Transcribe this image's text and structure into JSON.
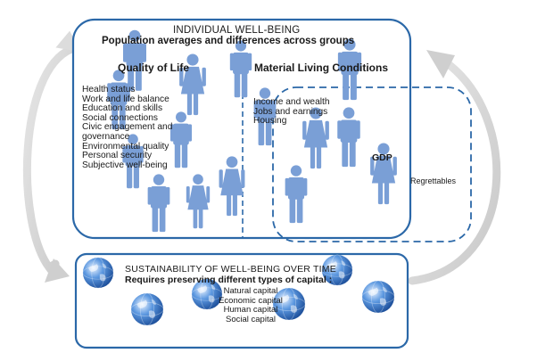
{
  "wellbeing": {
    "title": "INDIVIDUAL WELL-BEING",
    "subtitle": "Population averages and differences across groups"
  },
  "quality_of_life": {
    "heading": "Quality of Life",
    "items": [
      "Health status",
      "Work and life balance",
      "Education and skills",
      "Social connections",
      "Civic engagement and",
      "governance",
      "Environmental quality",
      "Personal security",
      "Subjective well-being"
    ]
  },
  "material_living_conditions": {
    "heading": "Material Living Conditions",
    "items": [
      "Income and wealth",
      "Jobs and earnings",
      "Housing"
    ]
  },
  "gdp": {
    "label": "GDP",
    "note": "Regrettables"
  },
  "sustainability": {
    "title": "SUSTAINABILITY OF WELL-BEING OVER TIME",
    "subtitle": "Requires preserving different types of capital :",
    "capitals": [
      "Natural capital",
      "Economic capital",
      "Human capital",
      "Social capital"
    ]
  },
  "colors": {
    "box_border": "#2b68a8",
    "figure": "#7a9fd6",
    "arrow": "#d6d6d6",
    "globe": "#3f7fce"
  },
  "icons": [
    "person-icon",
    "globe-icon",
    "cycle-arrow-icon"
  ]
}
